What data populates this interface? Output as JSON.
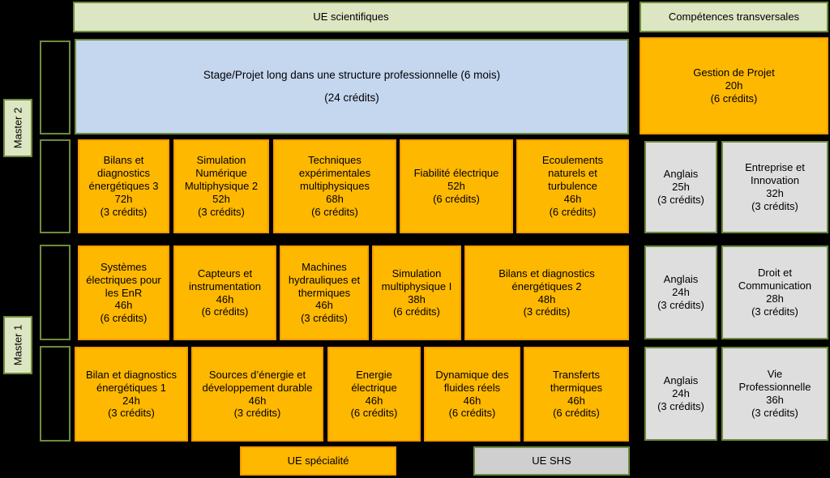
{
  "diagram": {
    "title_bars": [
      {
        "name": "ue-scientifiques",
        "label": "UE scientifiques"
      },
      {
        "name": "competences-transversales",
        "label": "Compétences transversales"
      }
    ],
    "year_labels": [
      {
        "name": "master-2",
        "label": "Master 2"
      },
      {
        "name": "master-1",
        "label": "Master 1"
      }
    ],
    "semester_boxes": [
      {
        "name": "semester-box-1",
        "label": ""
      },
      {
        "name": "semester-box-2",
        "label": ""
      },
      {
        "name": "semester-box-3",
        "label": ""
      },
      {
        "name": "semester-box-4",
        "label": ""
      }
    ],
    "internship": {
      "name": "stage-projet-long",
      "line1": "Stage/Projet long dans une structure professionnelle (6 mois)",
      "line2": "(24 crédits)"
    },
    "gestion_projet": {
      "name": "gestion-de-projet",
      "line1": "Gestion de Projet",
      "line2": "20h",
      "line3": "(6 crédits)"
    },
    "m2_courses": [
      {
        "name": "bilans-diagnostics-energetiques-3",
        "lines": [
          "Bilans et",
          "diagnostics",
          "énergétiques 3",
          "72h",
          "(3 crédits)"
        ]
      },
      {
        "name": "simulation-numerique-multiphysique-2",
        "lines": [
          "Simulation",
          "Numérique",
          "Multiphysique 2",
          "52h",
          "(3 crédits)"
        ]
      },
      {
        "name": "techniques-experimentales-multiphysiques",
        "lines": [
          "Techniques",
          "expérimentales",
          "multiphysiques",
          "68h",
          "(6 crédits)"
        ]
      },
      {
        "name": "fiabilite-electrique",
        "lines": [
          "Fiabilité électrique",
          "52h",
          "(6 crédits)"
        ]
      },
      {
        "name": "ecoulements-naturels-turbulence",
        "lines": [
          "Ecoulements",
          "naturels et",
          "turbulence",
          "46h",
          "(6 crédits)"
        ]
      }
    ],
    "m2_shs": [
      {
        "name": "anglais-m2",
        "lines": [
          "Anglais",
          "25h",
          "(3 crédits)"
        ]
      },
      {
        "name": "entreprise-innovation",
        "lines": [
          "Entreprise et",
          "Innovation",
          "32h",
          "(3 crédits)"
        ]
      }
    ],
    "m1_s2_courses": [
      {
        "name": "systemes-electriques-enr",
        "lines": [
          "Systèmes",
          "électriques pour",
          "les EnR",
          "46h",
          "(6 crédits)"
        ]
      },
      {
        "name": "capteurs-instrumentation",
        "lines": [
          "Capteurs et",
          "instrumentation",
          "46h",
          "(6 crédits)"
        ]
      },
      {
        "name": "machines-hydrauliques-thermiques",
        "lines": [
          "Machines",
          "hydrauliques et",
          "thermiques",
          "46h",
          "(3 crédits)"
        ]
      },
      {
        "name": "simulation-multiphysique-1",
        "lines": [
          "Simulation",
          "multiphysique I",
          "38h",
          "(6 crédits)"
        ]
      },
      {
        "name": "bilans-diagnostics-energetiques-2",
        "lines": [
          "Bilans et diagnostics",
          "énergétiques 2",
          "48h",
          "(3 crédits)"
        ]
      }
    ],
    "m1_s2_shs": [
      {
        "name": "anglais-m1-s2",
        "lines": [
          "Anglais",
          "24h",
          "(3 crédits)"
        ]
      },
      {
        "name": "droit-communication",
        "lines": [
          "Droit et",
          "Communication",
          "28h",
          "(3 crédits)"
        ]
      }
    ],
    "m1_s1_courses": [
      {
        "name": "bilan-diagnostics-energetiques-1",
        "lines": [
          "Bilan et diagnostics",
          "énergétiques 1",
          "24h",
          "(3 crédits)"
        ]
      },
      {
        "name": "sources-energie-developpement-durable",
        "lines": [
          "Sources d’énergie et",
          "développement durable",
          "46h",
          "(3 crédits)"
        ]
      },
      {
        "name": "energie-electrique",
        "lines": [
          "Energie",
          "électrique",
          "46h",
          "(6 crédits)"
        ]
      },
      {
        "name": "dynamique-fluides-reels",
        "lines": [
          "Dynamique des",
          "fluides réels",
          "46h",
          "(6 crédits)"
        ]
      },
      {
        "name": "transferts-thermiques",
        "lines": [
          "Transferts",
          "thermiques",
          "46h",
          "(6 crédits)"
        ]
      }
    ],
    "m1_s1_shs": [
      {
        "name": "anglais-m1-s1",
        "lines": [
          "Anglais",
          "24h",
          "(3 crédits)"
        ]
      },
      {
        "name": "vie-professionnelle",
        "lines": [
          "Vie",
          "Professionnelle",
          "36h",
          "(3 crédits)"
        ]
      }
    ],
    "legend": [
      {
        "name": "legend-ue-specialite",
        "label": "UE spécialité"
      },
      {
        "name": "legend-ue-shs",
        "label": "UE SHS"
      }
    ],
    "colors": {
      "orange": "#ffb800",
      "orange_border": "#f59b00",
      "green_border": "#6e8b3d",
      "header_green": "#dce6c3",
      "blue": "#c5d6ef",
      "gray": "#dedede",
      "legend_gray": "#cfcfcf",
      "background": "#000000"
    }
  }
}
